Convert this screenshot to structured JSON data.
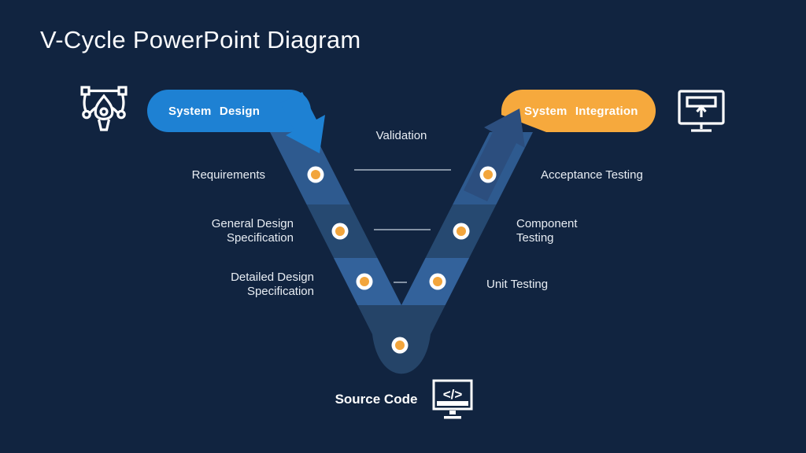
{
  "title": "V-Cycle PowerPoint Diagram",
  "banners": {
    "left": {
      "label": "System Design",
      "color": "#1E81D3"
    },
    "right": {
      "label": "System Integration",
      "color": "#F6A93D"
    }
  },
  "stages_left": [
    {
      "label": "Requirements"
    },
    {
      "label": "General Design Specification"
    },
    {
      "label": "Detailed Design Specification"
    }
  ],
  "stages_right": [
    {
      "label": "Acceptance Testing"
    },
    {
      "label": "Component Testing"
    },
    {
      "label": "Unit Testing"
    }
  ],
  "center": {
    "validation_label": "Validation",
    "source_code_label": "Source Code"
  },
  "icons": [
    {
      "name": "pen-tool-icon"
    },
    {
      "name": "monitor-upload-icon"
    },
    {
      "name": "code-monitor-icon"
    }
  ],
  "colors": {
    "background": "#112440",
    "banner_blue": "#1E81D3",
    "banner_orange": "#F6A93D",
    "arrow_dark_blue": "#2C4E7E",
    "v_band_light": "#2E5A8F",
    "v_band_dark": "#264971",
    "v_band_lighter": "#33629B",
    "v_tip": "#254468",
    "dot_orange": "#F2A53C",
    "label_text": "#E8EDF3"
  }
}
